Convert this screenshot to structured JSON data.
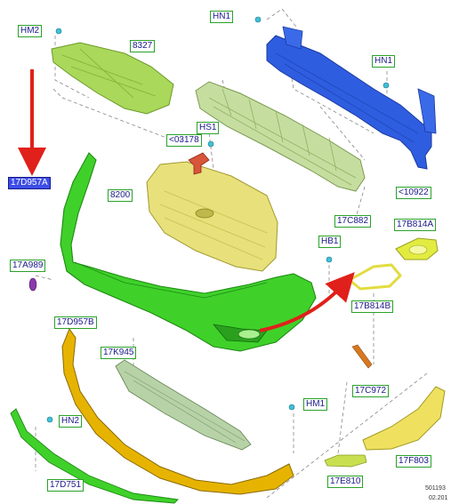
{
  "diagram": {
    "labels": {
      "hn1_top": "HN1",
      "hm2": "HM2",
      "p8327": "8327",
      "hn1_right": "HN1",
      "hs1": "HS1",
      "p03178": "<03178",
      "p17d957a": "17D957A",
      "p8200": "8200",
      "p10922": "<10922",
      "p17c882": "17C882",
      "p17b814a": "17B814A",
      "hb1": "HB1",
      "p17a989": "17A989",
      "p17b814b": "17B814B",
      "p17d957b": "17D957B",
      "p17k945": "17K945",
      "p17c972": "17C972",
      "hm1": "HM1",
      "hn2": "HN2",
      "p17f803": "17F803",
      "p17d751": "17D751",
      "p17e810": "17E810"
    },
    "footer": {
      "code": "501193",
      "date": "02.201"
    },
    "colors": {
      "label_border": "#2aa22a",
      "label_text": "#1a1a8a",
      "highlight": "#3d4de8",
      "arrow_red": "#e0201a",
      "bumper_green": "#3fd12a",
      "absorber_blue": "#2f5de0",
      "grille_yellow": "#e8e07a",
      "lower_orange": "#e6b400"
    }
  }
}
